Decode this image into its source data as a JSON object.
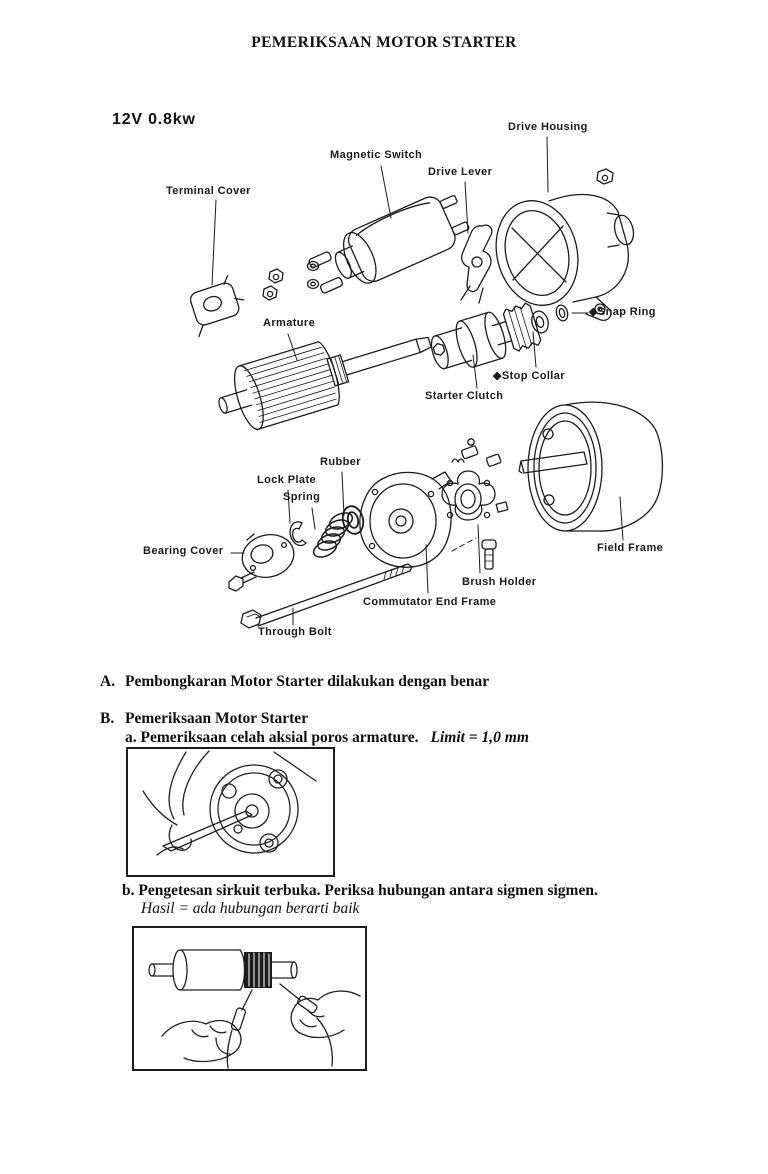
{
  "page": {
    "title": "PEMERIKSAAN MOTOR STARTER"
  },
  "diagram": {
    "power_rating": "12V 0.8kw",
    "labels": {
      "magnetic_switch": "Magnetic Switch",
      "drive_housing": "Drive Housing",
      "drive_lever": "Drive Lever",
      "terminal_cover": "Terminal Cover",
      "armature": "Armature",
      "snap_ring": "◆Snap Ring",
      "stop_collar": "◆Stop Collar",
      "starter_clutch": "Starter Clutch",
      "rubber": "Rubber",
      "lock_plate": "Lock Plate",
      "spring": "Spring",
      "bearing_cover": "Bearing Cover",
      "field_frame": "Field Frame",
      "brush_holder": "Brush Holder",
      "commutator_end_frame": "Commutator End Frame",
      "through_bolt": "Through Bolt"
    }
  },
  "sections": {
    "A": {
      "marker": "A.",
      "text": "Pembongkaran Motor Starter dilakukan dengan benar"
    },
    "B": {
      "marker": "B.",
      "text": "Pemeriksaan Motor Starter"
    },
    "item_a": {
      "text": "a. Pemeriksaan celah aksial poros armature.",
      "limit_note": "Limit = 1,0 mm"
    },
    "item_b": {
      "text": "b. Pengetesan sirkuit terbuka. Periksa hubungan antara  sigmen sigmen.",
      "result_note": "Hasil = ada hubungan berarti baik"
    }
  },
  "colors": {
    "ink": "#1c1c1c",
    "paper": "#ffffff"
  }
}
